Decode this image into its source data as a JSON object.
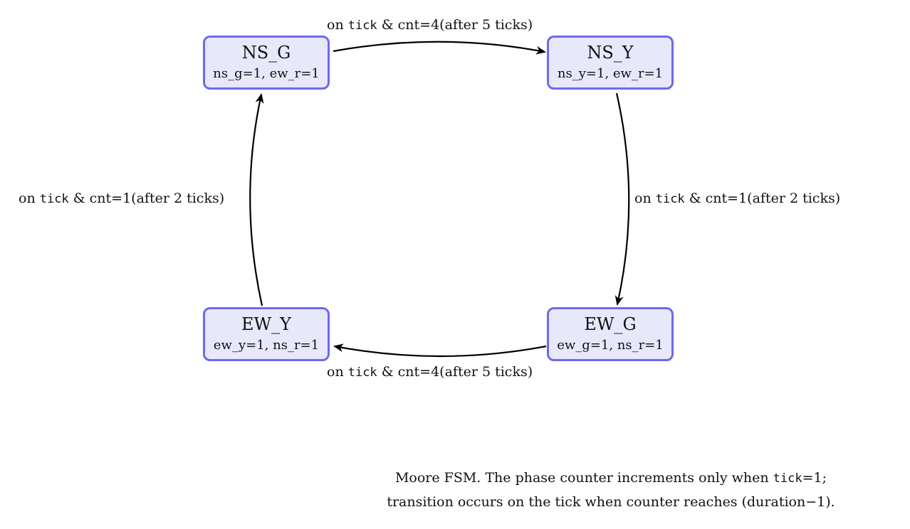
{
  "states": {
    "ns_g": {
      "name": "NS_G",
      "outputs": "ns_g=1, ew_r=1"
    },
    "ns_y": {
      "name": "NS_Y",
      "outputs": "ns_y=1, ew_r=1"
    },
    "ew_g": {
      "name": "EW_G",
      "outputs": "ew_g=1, ns_r=1"
    },
    "ew_y": {
      "name": "EW_Y",
      "outputs": "ew_y=1, ns_r=1"
    }
  },
  "transitions": {
    "ns_g_to_ns_y": {
      "prefix": "on ",
      "signal": "tick",
      "suffix": " & cnt=4(after 5 ticks)"
    },
    "ns_y_to_ew_g": {
      "prefix": "on ",
      "signal": "tick",
      "suffix": " & cnt=1(after 2 ticks)"
    },
    "ew_g_to_ew_y": {
      "prefix": "on ",
      "signal": "tick",
      "suffix": " & cnt=4(after 5 ticks)"
    },
    "ew_y_to_ns_g": {
      "prefix": "on ",
      "signal": "tick",
      "suffix": " & cnt=1(after 2 ticks)"
    }
  },
  "caption": {
    "line1_prefix": "Moore FSM. The phase counter increments only when ",
    "line1_signal": "tick",
    "line1_suffix": "=1;",
    "line2": "transition occurs on the tick when counter reaches (duration−1)."
  }
}
